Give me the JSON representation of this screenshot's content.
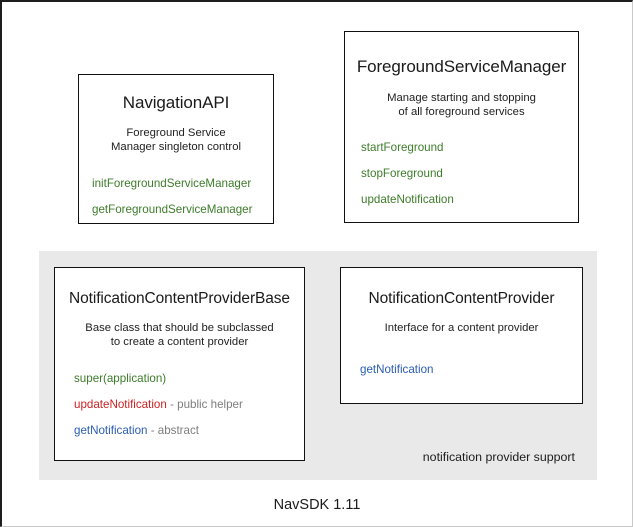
{
  "diagram": {
    "footer_label": "NavSDK 1.11",
    "panel_label": "notification provider support",
    "colors": {
      "member_green": "#3d7c2a",
      "member_red": "#cd2222",
      "member_blue": "#2a5cb0",
      "member_note_gray": "#7d7d7d",
      "panel_background": "#e9e9e9",
      "box_border": "#111111",
      "page_background": "#ffffff"
    },
    "boxes": [
      {
        "id": "navigation-api",
        "title": "NavigationAPI",
        "description": "Foreground Service\nManager singleton control",
        "desc_line1": "Foreground Service",
        "desc_line2": "Manager singleton control",
        "members": [
          {
            "name": "initForegroundServiceManager",
            "color": "green",
            "note": ""
          },
          {
            "name": "getForegroundServiceManager",
            "color": "green",
            "note": ""
          }
        ]
      },
      {
        "id": "foreground-service-manager",
        "title": "ForegroundServiceManager",
        "description": "Manage starting and stopping\nof all foreground services",
        "desc_line1": "Manage starting and stopping",
        "desc_line2": "of all foreground services",
        "members": [
          {
            "name": "startForeground",
            "color": "green",
            "note": ""
          },
          {
            "name": "stopForeground",
            "color": "green",
            "note": ""
          },
          {
            "name": "updateNotification",
            "color": "green",
            "note": ""
          }
        ]
      },
      {
        "id": "notification-content-provider-base",
        "title": "NotificationContentProviderBase",
        "description": "Base class that should be subclassed\nto create a content provider",
        "desc_line1": "Base class that should be subclassed",
        "desc_line2": "to create a content provider",
        "members": [
          {
            "name": "super(application)",
            "color": "green",
            "note": ""
          },
          {
            "name": "updateNotification",
            "color": "red",
            "note": " - public helper"
          },
          {
            "name": "getNotification",
            "color": "blue",
            "note": " - abstract"
          }
        ]
      },
      {
        "id": "notification-content-provider",
        "title": "NotificationContentProvider",
        "description": "Interface for a content provider",
        "desc_line1": "Interface for a content provider",
        "desc_line2": "",
        "members": [
          {
            "name": "getNotification",
            "color": "blue",
            "note": ""
          }
        ]
      }
    ]
  }
}
